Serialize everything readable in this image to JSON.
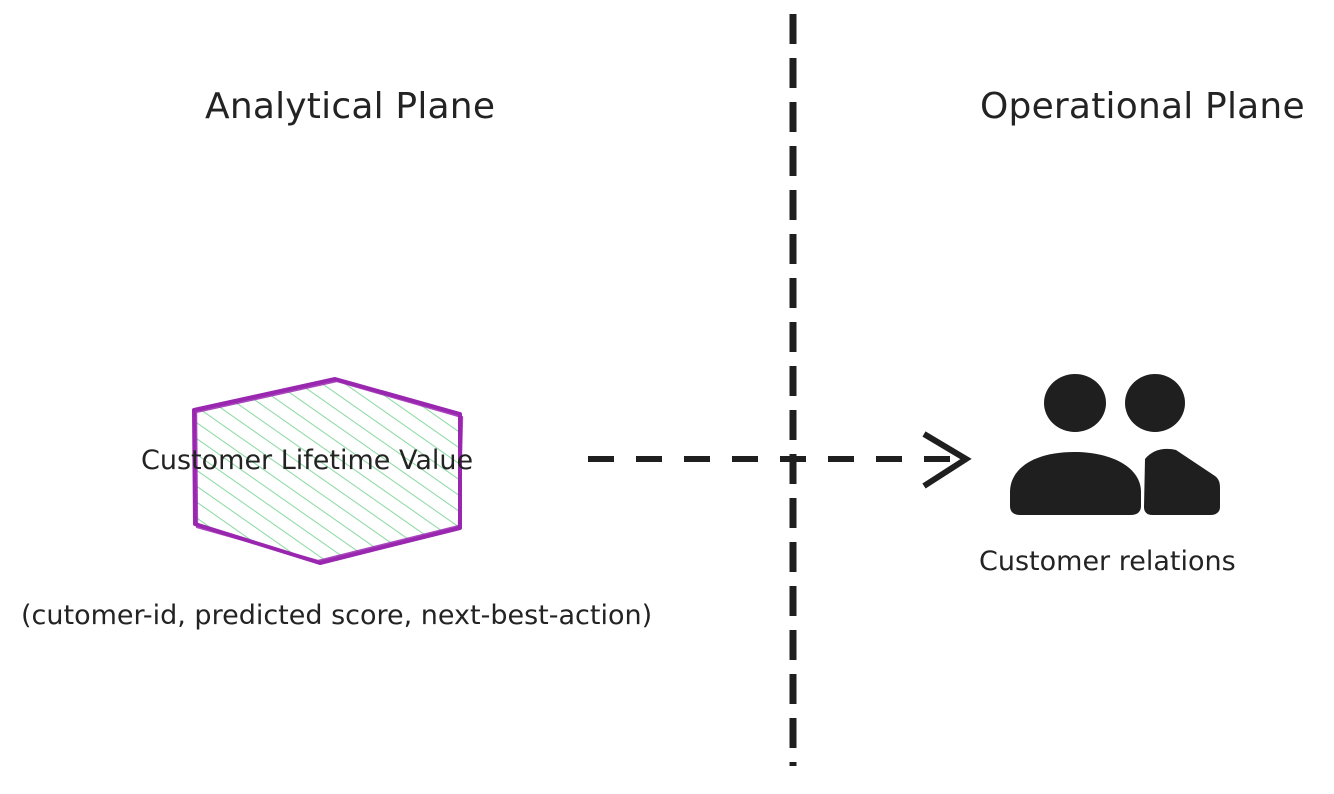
{
  "diagram": {
    "background_color": "#ffffff",
    "planes": {
      "left": {
        "title": "Analytical Plane"
      },
      "right": {
        "title": "Operational Plane"
      }
    },
    "divider": {
      "name": "plane-divider",
      "style": "vertical-dashed",
      "color": "#1f1f1f"
    },
    "nodes": {
      "data_product": {
        "label": "Customer Lifetime Value",
        "shape": "hexagon",
        "stroke_color": "#9a27b0",
        "hatch_color": "#8ed9a4",
        "fill_color": "#ffffff",
        "caption": "(cutomer-id, predicted score, next-best-action)"
      },
      "consumer": {
        "icon": "people-icon",
        "icon_color": "#1f1f1f",
        "caption": "Customer relations"
      }
    },
    "connector": {
      "name": "data-flow-arrow",
      "style": "dashed",
      "arrowhead": "open-chevron",
      "color": "#1f1f1f",
      "from": "Customer Lifetime Value",
      "to": "Customer relations"
    }
  }
}
